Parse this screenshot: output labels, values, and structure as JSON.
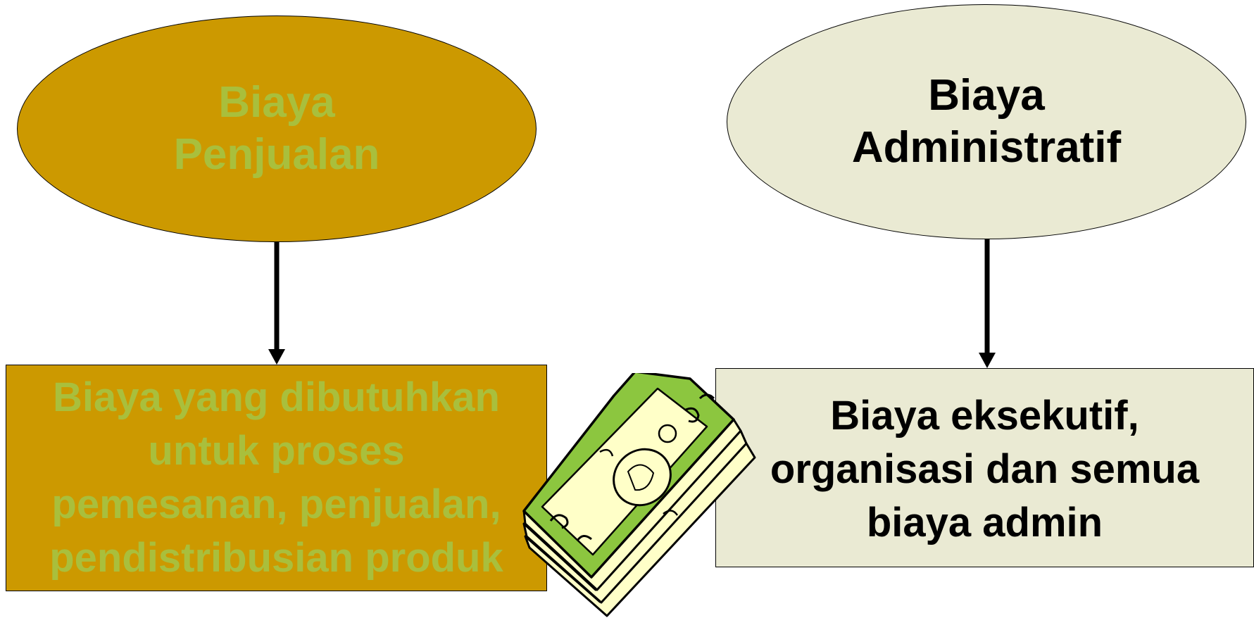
{
  "diagram": {
    "left": {
      "ellipse_label": "Biaya\nPenjualan",
      "box_label": "Biaya yang dibutuhkan\nuntuk proses\npemesanan, penjualan,\npendistribusian produk"
    },
    "right": {
      "ellipse_label": "Biaya\nAdministratif",
      "box_label": "Biaya eksekutif,\norganisasi dan semua\nbiaya admin"
    }
  },
  "colors": {
    "left_fill": "#CC9900",
    "left_text": "#A9BF3C",
    "right_fill": "#EAEAD3",
    "right_text": "#000000",
    "money_green": "#8CC63F",
    "money_cream": "#FFFFC8"
  },
  "icons": [
    "money-stack-icon",
    "arrow-down-icon"
  ]
}
